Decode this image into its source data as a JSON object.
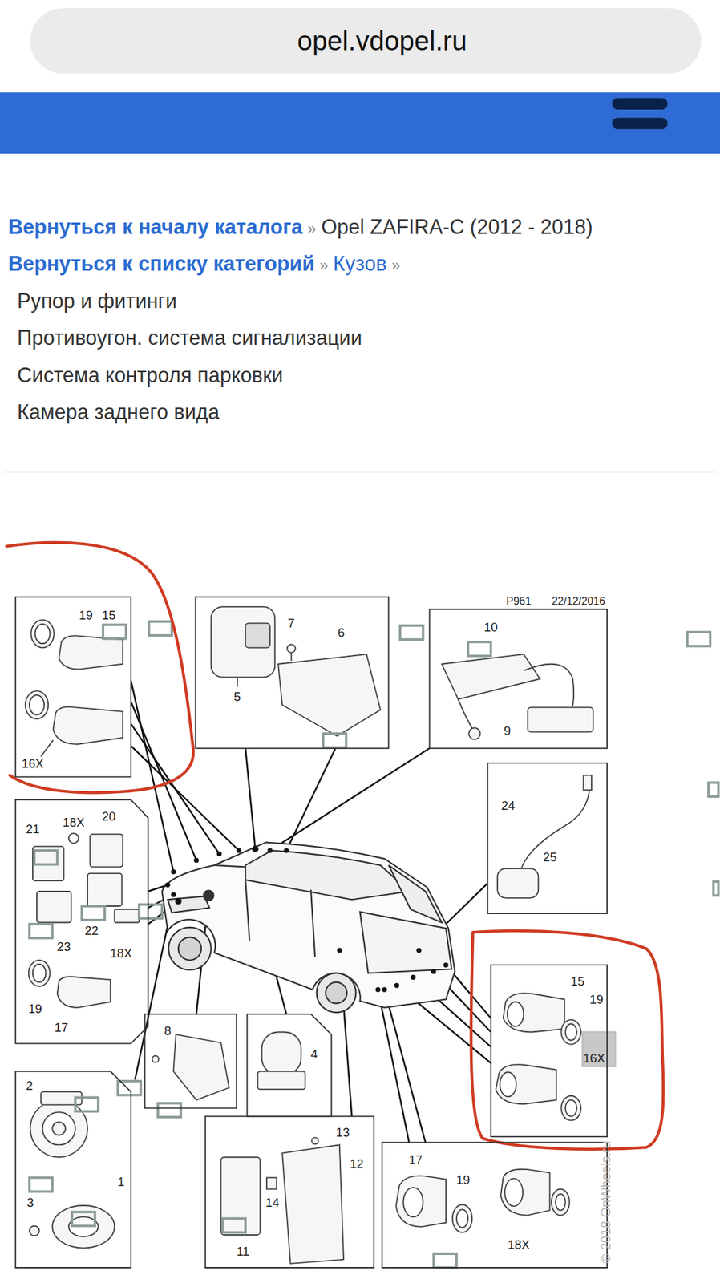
{
  "diagram": {
    "nodes": [
      {
        "text": [
          "opel.vdopel.ru"
        ]
      },
      {
        "text": [
          "19",
          "15",
          "16X"
        ]
      },
      {
        "text": [
          "7",
          "6",
          "5"
        ]
      },
      {
        "text": [
          "10",
          "9"
        ]
      },
      {
        "text": [
          "24",
          "25"
        ]
      },
      {
        "text": [
          "21",
          "18X",
          "20",
          "22",
          "23",
          "18X",
          "19",
          "17"
        ]
      },
      {
        "text": [
          "15",
          "19",
          "16X"
        ]
      },
      {
        "text": [
          "8"
        ]
      },
      {
        "text": [
          "4"
        ]
      },
      {
        "text": [
          "2",
          "1",
          "3"
        ]
      },
      {
        "text": [
          "13",
          "12",
          "14",
          "11"
        ]
      },
      {
        "text": [
          "17",
          "19",
          "18X"
        ]
      }
    ],
    "labels": [
      "Вернуться к началу каталога",
      "»",
      "Opel ZAFIRA-C (2012 - 2018)",
      "Вернуться к списку категорий",
      "»",
      "Кузов",
      "»",
      "Рупор и фитинги",
      "Противоугон. система сигнализации",
      "Система контроля парковки",
      "Камера заднего вида",
      "P961",
      "22/12/2016",
      "© 2018 OnWheels.ru"
    ]
  }
}
